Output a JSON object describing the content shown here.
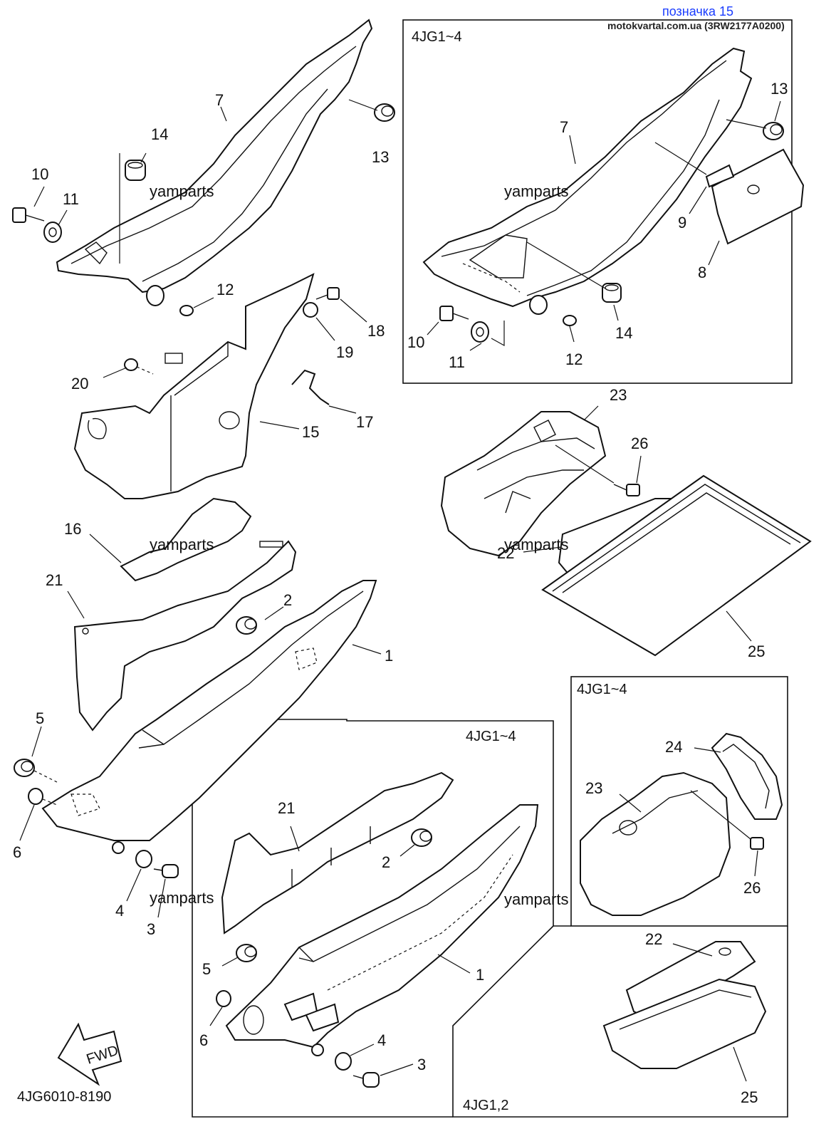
{
  "header": {
    "title": "позначка 15",
    "source": "motokvartal.com.ua (3RW2177A0200)"
  },
  "watermark": "yamparts",
  "diagram_code": "4JG6010-8190",
  "fwd_label": "FWD",
  "boxes": {
    "top_right": "4JG1~4",
    "mid_right": "4JG1~4",
    "bottom_center": "4JG1~4",
    "bottom_right": "4JG1,2"
  },
  "labels": {
    "tl_7": "7",
    "tl_14": "14",
    "tl_10": "10",
    "tl_11": "11",
    "tl_13": "13",
    "tl_12": "12",
    "c_18": "18",
    "c_19": "19",
    "c_20": "20",
    "c_17": "17",
    "c_15": "15",
    "c_16": "16",
    "l_21": "21",
    "l_2": "2",
    "l_1": "1",
    "l_5": "5",
    "l_6": "6",
    "l_4": "4",
    "l_3": "3",
    "tr_13": "13",
    "tr_7": "7",
    "tr_9": "9",
    "tr_8": "8",
    "tr_14": "14",
    "tr_10": "10",
    "tr_11": "11",
    "tr_12": "12",
    "r_23": "23",
    "r_26": "26",
    "r_22": "22",
    "r_25": "25",
    "b_21": "21",
    "b_2": "2",
    "b_1": "1",
    "b_5": "5",
    "b_6": "6",
    "b_4": "4",
    "b_3": "3",
    "br_24": "24",
    "br_23": "23",
    "br_26": "26",
    "bb_22": "22",
    "bb_25": "25"
  }
}
